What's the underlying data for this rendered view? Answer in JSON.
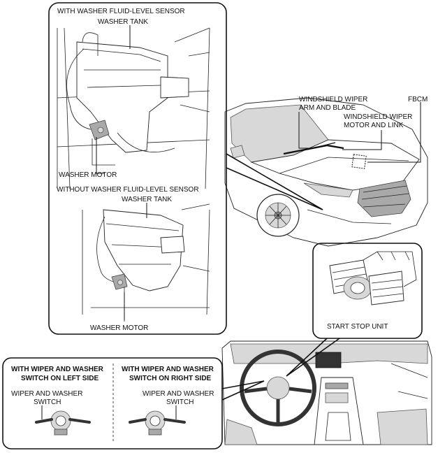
{
  "washer_tank_panel": {
    "title_with_sensor": "WITH WASHER FLUID-LEVEL SENSOR",
    "washer_tank_top": "WASHER TANK",
    "washer_motor_top": "WASHER MOTOR",
    "title_without_sensor": "WITHOUT WASHER FLUID-LEVEL SENSOR",
    "washer_tank_bottom": "WASHER TANK",
    "washer_motor_bottom": "WASHER MOTOR"
  },
  "vehicle_labels": {
    "wiper_arm_line1": "WINDSHIELD WIPER",
    "wiper_arm_line2": "ARM AND BLADE",
    "wiper_motor_line1": "WINDSHIELD WIPER",
    "wiper_motor_line2": "MOTOR AND LINK",
    "fbcm": "FBCM"
  },
  "start_stop_panel": {
    "label": "START STOP UNIT"
  },
  "switch_panel": {
    "left_title_line1": "WITH WIPER AND WASHER",
    "left_title_line2": "SWITCH ON LEFT SIDE",
    "right_title_line1": "WITH WIPER AND WASHER",
    "right_title_line2": "SWITCH ON RIGHT SIDE",
    "left_switch_line1": "WIPER AND WASHER",
    "left_switch_line2": "SWITCH",
    "right_switch_line1": "WIPER AND WASHER",
    "right_switch_line2": "SWITCH"
  }
}
